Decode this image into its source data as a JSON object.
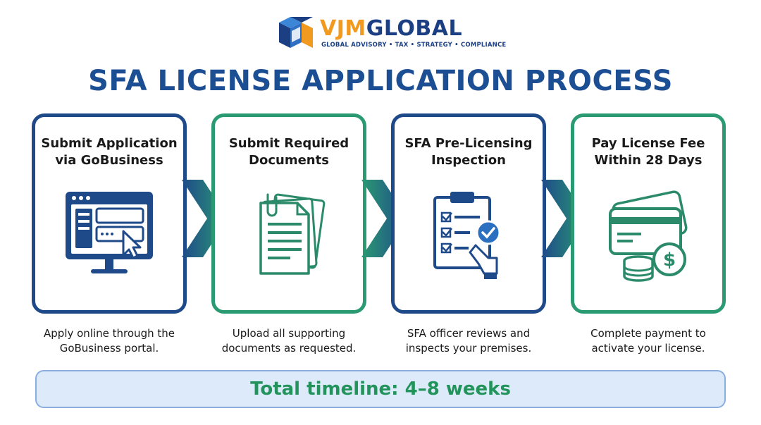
{
  "brand": {
    "name_part1": "VJM",
    "name_part2": "GLOBAL",
    "tagline": "GLOBAL ADVISORY • TAX • STRATEGY • COMPLIANCE",
    "colors": {
      "orange": "#f29a1f",
      "navy": "#1c3f84",
      "green": "#2a9a72",
      "title_blue": "#1c4e94"
    }
  },
  "title": "SFA LICENSE APPLICATION PROCESS",
  "steps": [
    {
      "title_line1": "Submit Application",
      "title_line2": "via GoBusiness",
      "icon": "computer-monitor-icon",
      "desc_line1": "Apply online through the",
      "desc_line2": "GoBusiness portal."
    },
    {
      "title_line1": "Submit Required",
      "title_line2": "Documents",
      "icon": "documents-stack-icon",
      "desc_line1": "Upload all supporting",
      "desc_line2": "documents as requested."
    },
    {
      "title_line1": "SFA Pre-Licensing",
      "title_line2": "Inspection",
      "icon": "clipboard-checklist-icon",
      "desc_line1": "SFA officer reviews and",
      "desc_line2": "inspects your premises."
    },
    {
      "title_line1": "Pay License Fee",
      "title_line2": "Within 28 Days",
      "icon": "payment-card-coins-icon",
      "desc_line1": "Complete payment to",
      "desc_line2": "activate your license."
    }
  ],
  "timeline": "Total timeline: 4–8 weeks"
}
